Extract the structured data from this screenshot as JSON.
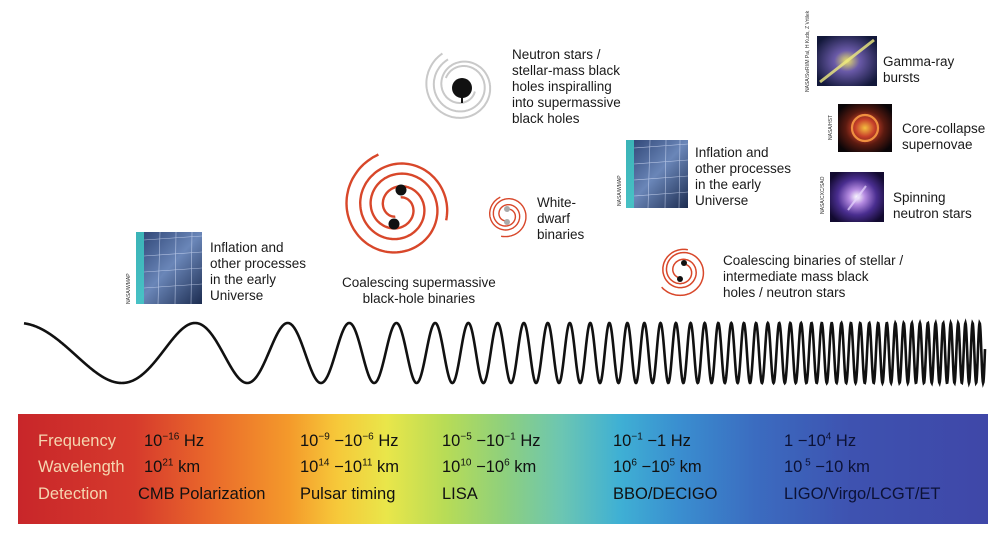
{
  "sources": {
    "inflation_left": [
      "Inflation and",
      "other processes",
      "in the early",
      "Universe"
    ],
    "inflation_right": [
      "Inflation and",
      "other processes",
      "in the early",
      "Universe"
    ],
    "smbh_binaries": [
      "Coalescing supermassive",
      "black-hole binaries"
    ],
    "ns_inspiral": [
      "Neutron stars /",
      "stellar-mass black",
      "holes inspiralling",
      "into supermassive",
      "black holes"
    ],
    "wd_binaries": [
      "White-",
      "dwarf",
      "binaries"
    ],
    "stellar_binaries": [
      "Coalescing binaries of stellar /",
      "intermediate mass black",
      "holes / neutron stars"
    ],
    "grb": [
      "Gamma-ray",
      "bursts"
    ],
    "supernovae": [
      "Core-collapse",
      "supernovae"
    ],
    "spinning_ns": [
      "Spinning",
      "neutron stars"
    ]
  },
  "image_credits": {
    "wmap": "NASA/WMAP",
    "grb": "NASA/SwRI/M Pal, H Kuds, Z Vrtilek",
    "hst": "NASA/HST",
    "chandra": "NASA/CXC/SAO"
  },
  "spectrum": {
    "row_labels": [
      "Frequency",
      "Wavelength",
      "Detection"
    ],
    "columns": [
      {
        "freq": {
          "base": "10",
          "exp": "−16",
          "rest": " Hz"
        },
        "wave": {
          "base": "10",
          "exp": "21",
          "rest": " km"
        },
        "detection": "CMB Polarization"
      },
      {
        "freq": {
          "base": "10",
          "exp": "−9",
          "mid": " −10",
          "exp2": "−6",
          "rest": " Hz"
        },
        "wave": {
          "base": "10",
          "exp": "14",
          "mid": " −10",
          "exp2": "11",
          "rest": " km"
        },
        "detection": "Pulsar timing"
      },
      {
        "freq": {
          "base": "10",
          "exp": "−5",
          "mid": " −10",
          "exp2": "−1",
          "rest": " Hz"
        },
        "wave": {
          "base": "10",
          "exp": "10",
          "mid": " −10",
          "exp2": "6",
          "rest": " km"
        },
        "detection": "LISA"
      },
      {
        "freq": {
          "base": "10",
          "exp": "−1",
          "mid": " −1 Hz"
        },
        "wave": {
          "base": "10",
          "exp": "6",
          "mid": "  −10",
          "exp2": "5",
          "rest": " km"
        },
        "detection": "BBO/DECIGO"
      },
      {
        "freq": {
          "base": "1 −10",
          "exp": "4",
          "rest": " Hz"
        },
        "wave": {
          "base": "10",
          "exp": " 5",
          "rest": " −10 km"
        },
        "detection": "LIGO/Virgo/LCGT/ET"
      }
    ]
  },
  "colors": {
    "spiral_red": "#d8472a",
    "spiral_grey": "#c9c9c9",
    "wave_stroke": "#111111",
    "row_label": "#f5d6b0"
  }
}
